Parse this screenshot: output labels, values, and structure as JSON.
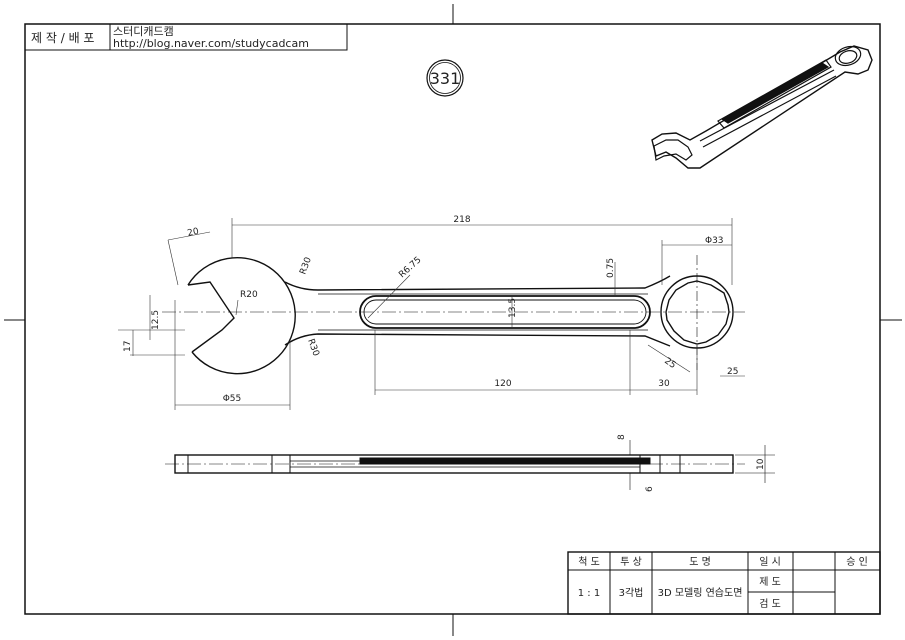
{
  "header": {
    "label": "제 작 / 배 포",
    "author": "스터디캐드캠",
    "url": "http://blog.naver.com/studycadcam"
  },
  "drawing_number": "331",
  "dimensions": {
    "overall_length": "218",
    "jaw_width": "20",
    "jaw_radius": "R20",
    "neck_radius_top": "R30",
    "neck_radius_bottom": "R30",
    "slot_radius": "R6.75",
    "offset_075": "0.75",
    "slot_height": "13.5",
    "ring_diameter": "Φ33",
    "jaw_opening": "12.5",
    "jaw_depth": "17",
    "head_diameter": "Φ55",
    "slot_length": "120",
    "ring_offset": "30",
    "ring_hex": "25",
    "ring_height": "25",
    "side_8": "8",
    "side_6": "6",
    "side_10": "10"
  },
  "title_block": {
    "scale_header": "척 도",
    "projection_header": "투 상",
    "title_header": "도 명",
    "date_header": "일 시",
    "approval_header": "승 인",
    "scale": "1 : 1",
    "projection": "3각법",
    "title": "3D 모델링 연습도면",
    "drawn_label": "제 도",
    "checked_label": "검 도"
  }
}
